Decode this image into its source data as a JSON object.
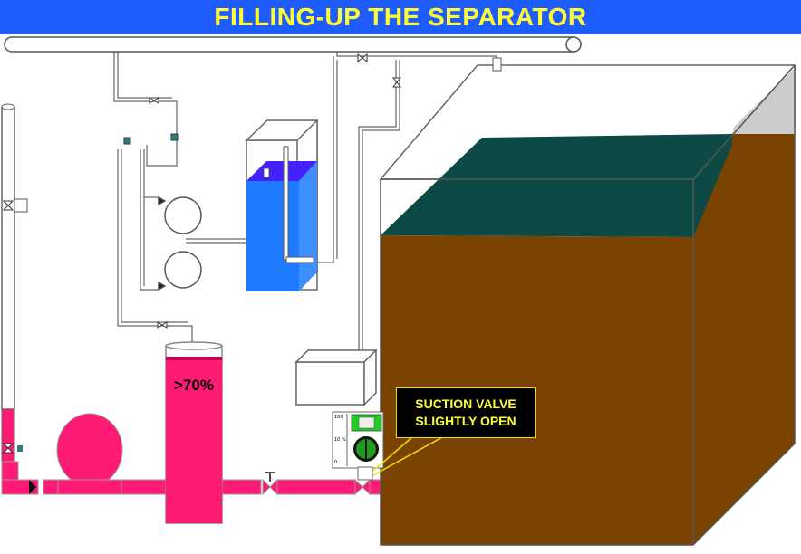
{
  "header": {
    "title": "FILLING-UP THE SEPARATOR"
  },
  "vessel": {
    "level_label": ">70%"
  },
  "callout": {
    "line1": "SUCTION VALVE",
    "line2": "SLIGHTLY OPEN"
  },
  "colors": {
    "header_bg": "#1f5cff",
    "header_text": "#ffff33",
    "liquid_pink": "#ff1a75",
    "separator_brown": "#7a4400",
    "separator_gas": "#0d4a45",
    "tank_blue": "#1e7bff",
    "tank_purple": "#4422ff",
    "callout_text": "#ffff33"
  }
}
